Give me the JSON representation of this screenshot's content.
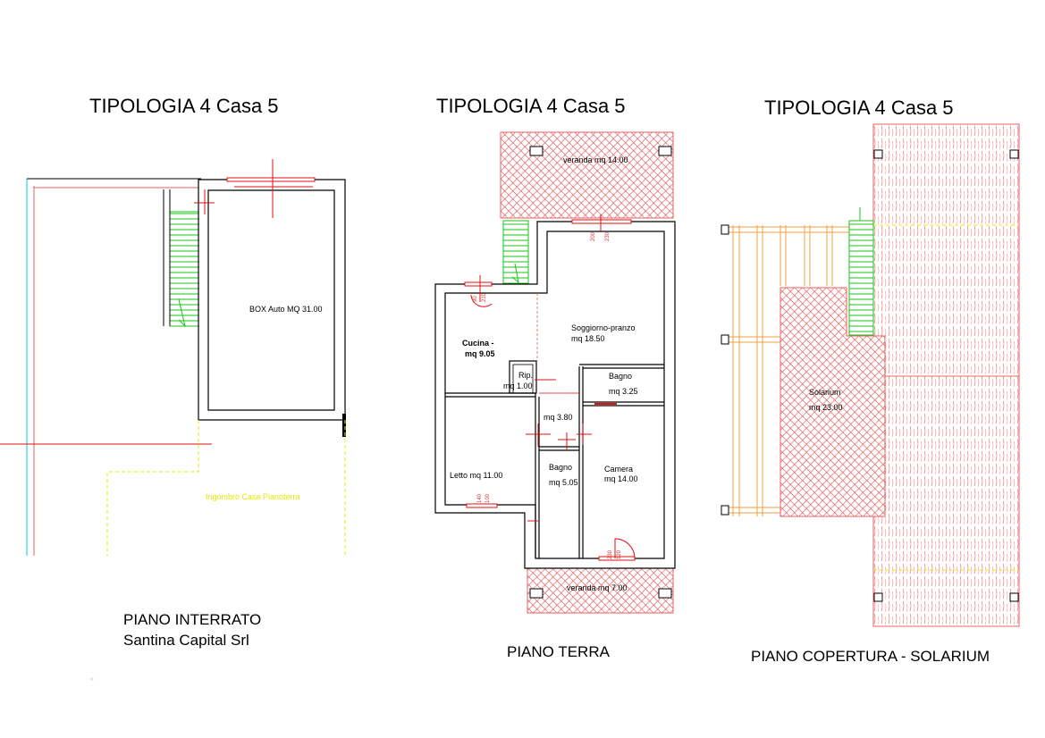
{
  "titles": {
    "interrato": "TIPOLOGIA 4 Casa 5",
    "terra": "TIPOLOGIA 4 Casa 5",
    "copertura": "TIPOLOGIA 4 Casa 5"
  },
  "captions": {
    "interrato": "PIANO INTERRATO",
    "owner": "Santina Capital Srl",
    "terra": "PIANO TERRA",
    "copertura": "PIANO COPERTURA - SOLARIUM"
  },
  "interrato": {
    "box": "BOX Auto  MQ 31.00",
    "ingombro": "Ingombro Casa Pianoterra"
  },
  "terra": {
    "veranda_top": "veranda mq 14.00",
    "soggiorno": "Soggiorno-pranzo",
    "soggiorno_mq": "mq 18.50",
    "cucina": "Cucina -",
    "cucina_mq": "mq 9.05",
    "rip": "Rip.",
    "rip_mq": "mq 1.00",
    "bagno1": "Bagno",
    "bagno1_mq": "mq 3.25",
    "disimpegno_mq": "mq 3.80",
    "letto": "Letto  mq 11.00",
    "bagno2": "Bagno",
    "bagno2_mq": "mq 5.05",
    "camera": "Camera",
    "camera_mq": "mq 14.00",
    "veranda_bottom": "veranda mq 7.00",
    "dims": {
      "d1": "200",
      "d2": "230",
      "d3": "90",
      "d4": "210",
      "d5": "140",
      "d6": "100",
      "d7": "230",
      "d8": "120"
    }
  },
  "copertura": {
    "solarium": "Solarium",
    "solarium_mq": "mq 23.00"
  }
}
